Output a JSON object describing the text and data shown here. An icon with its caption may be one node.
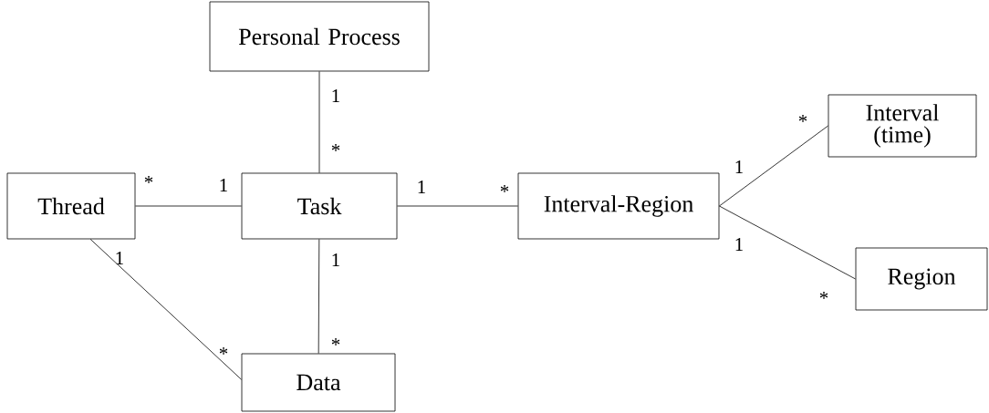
{
  "diagram": {
    "nodes": [
      {
        "text": [
          "Personal Process"
        ]
      },
      {
        "text": [
          "Thread"
        ]
      },
      {
        "text": [
          "Task"
        ]
      },
      {
        "text": [
          "Interval-Region"
        ]
      },
      {
        "text": [
          "Interval (time)"
        ]
      },
      {
        "text": [
          "Region"
        ]
      },
      {
        "text": [
          "Data"
        ]
      }
    ],
    "edges": [
      {
        "from": 0,
        "to": 2,
        "arrow": "none"
      },
      {
        "from": 1,
        "to": 2,
        "arrow": "none"
      },
      {
        "from": 2,
        "to": 3,
        "arrow": "none"
      },
      {
        "from": 3,
        "to": 4,
        "arrow": "none"
      },
      {
        "from": 3,
        "to": 5,
        "arrow": "none"
      },
      {
        "from": 1,
        "to": 6,
        "arrow": "none"
      },
      {
        "from": 2,
        "to": 6,
        "arrow": "none"
      }
    ],
    "labels": [
      "1",
      "*",
      "*",
      "1",
      "*",
      "1",
      "1",
      "*",
      "1",
      "1",
      "1",
      "*",
      "*",
      "*"
    ]
  }
}
